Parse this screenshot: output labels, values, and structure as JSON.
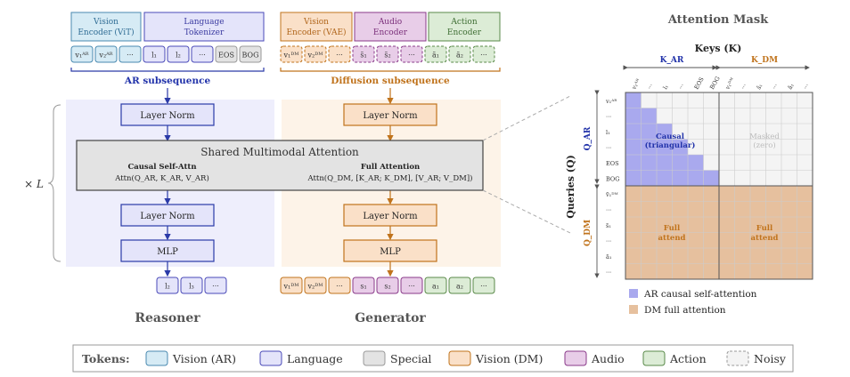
{
  "left": {
    "vision_ar_encoder": [
      "Vision",
      "Encoder (ViT)"
    ],
    "language_tokenizer": [
      "Language",
      "Tokenizer"
    ],
    "ar_tokens": [
      "v₁ᴬᴿ",
      "v₂ᴬᴿ",
      "···",
      "l₁",
      "l₂",
      "···",
      "EOS",
      "BOG"
    ],
    "ar_subsequence": "AR subsequence",
    "layer_norm_top": "Layer Norm",
    "layer_norm_bottom": "Layer Norm",
    "mlp": "MLP",
    "out_tokens": [
      "l₂",
      "l₃",
      "···"
    ],
    "reasoner": "Reasoner",
    "repeat": "× L"
  },
  "right": {
    "vision_dm_encoder": [
      "Vision",
      "Encoder (VAE)"
    ],
    "audio_encoder": [
      "Audio",
      "Encoder"
    ],
    "action_encoder": [
      "Action",
      "Encoder"
    ],
    "dm_tokens": [
      "v₁ᴰᴹ",
      "v₂ᴰᴹ",
      "···",
      "s̃₁",
      "s̃₂",
      "···",
      "ã₁",
      "ã₂",
      "···"
    ],
    "diffusion_subsequence": "Diffusion subsequence",
    "layer_norm_top": "Layer Norm",
    "layer_norm_bottom": "Layer Norm",
    "mlp": "MLP",
    "out_tokens": [
      "v₁ᴰᴹ",
      "v₂ᴰᴹ",
      "···",
      "s₁",
      "s₂",
      "···",
      "a₁",
      "a₂",
      "···"
    ],
    "generator": "Generator"
  },
  "shared": {
    "title": "Shared Multimodal Attention",
    "causal_title": "Causal Self-Attn",
    "causal_formula": "Attn(Q_AR, K_AR, V_AR)",
    "full_title": "Full Attention",
    "full_formula": "Attn(Q_DM, [K_AR; K_DM], [V_AR; V_DM])"
  },
  "mask": {
    "title": "Attention Mask",
    "keys_label": "Keys (K)",
    "k_ar": "K_AR",
    "k_dm": "K_DM",
    "col_labels": [
      "v₁ᴬᴿ",
      "···",
      "l₁",
      "···",
      "EOS",
      "BOG",
      "v₁ᴰᴹ",
      "···",
      "s̃₁",
      "···",
      "ã₁",
      "···"
    ],
    "queries_label": "Queries (Q)",
    "q_ar": "Q_AR",
    "q_dm": "Q_DM",
    "row_labels": [
      "v₁ᴬᴿ",
      "···",
      "l₁",
      "···",
      "EOS",
      "BOG",
      "ṽ₁ᴰᴹ",
      "···",
      "s̃₁",
      "···",
      "ã₁",
      "···"
    ],
    "causal_label": [
      "Causal",
      "(triangular)"
    ],
    "masked_label": [
      "Masked",
      "(zero)"
    ],
    "full_label": [
      "Full",
      "attend"
    ],
    "legend_ar": "AR causal self-attention",
    "legend_dm": "DM full attention"
  },
  "legend": {
    "title": "Tokens:",
    "items": [
      "Vision (AR)",
      "Language",
      "Special",
      "Vision (DM)",
      "Audio",
      "Action",
      "Noisy"
    ]
  },
  "colors": {
    "blue_bg": "#eeeefc",
    "orange_bg": "#fdf3e8",
    "vision_ar": "#d6ebf5",
    "language": "#e4e4fa",
    "special": "#e3e3e3",
    "vision_dm": "#fae0c8",
    "audio": "#e8cde8",
    "action": "#dcecd6",
    "ar_mask": "#a9a9ee",
    "dm_mask": "#e6c09e"
  }
}
